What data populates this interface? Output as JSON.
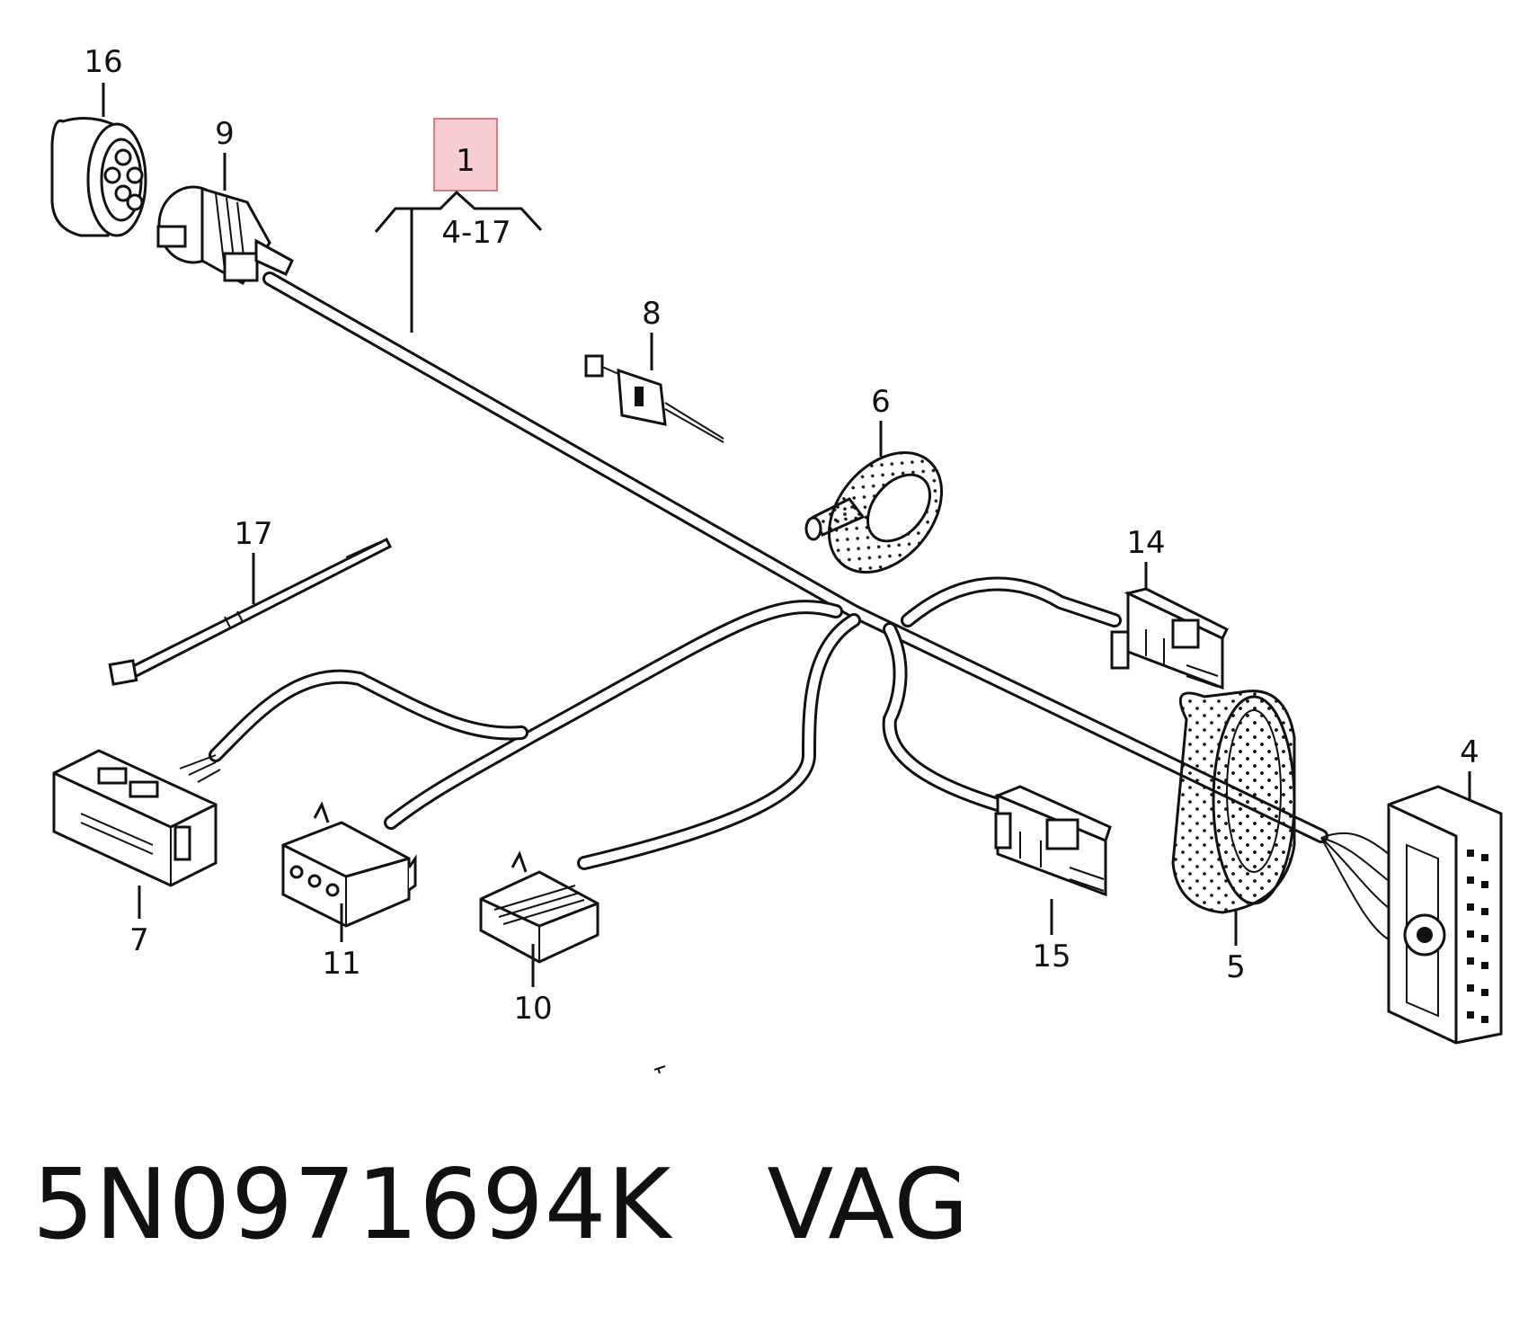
{
  "diagram": {
    "callouts": {
      "harness": "1",
      "harness_range": "4-17",
      "c4": "4",
      "c5": "5",
      "c6": "6",
      "c7": "7",
      "c8": "8",
      "c9": "9",
      "c10": "10",
      "c11": "11",
      "c14": "14",
      "c15": "15",
      "c16": "16",
      "c17": "17"
    },
    "highlight_color": "#f4a6ae"
  },
  "footer": {
    "part_number": "5N0971694K",
    "brand": "VAG"
  }
}
